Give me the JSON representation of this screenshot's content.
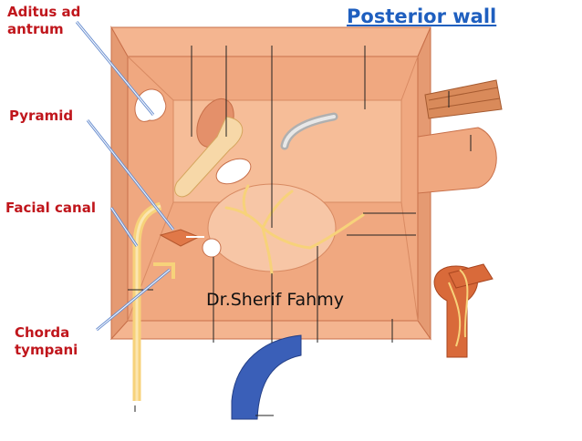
{
  "title": "Posterior wall",
  "credit": "Dr.Sherif Fahmy",
  "labels": {
    "aditus_line1": "Aditus ad",
    "aditus_line2": "antrum",
    "pyramid": "Pyramid",
    "facial_canal": "Facial canal",
    "chorda_line1": "Chorda",
    "chorda_line2": "tympani"
  },
  "colors": {
    "label_text": "#c0161c",
    "title_text": "#1f5fbf",
    "wall": "#f0a880",
    "wall_dark": "#d9835a",
    "nerve": "#f7d27a",
    "pointer": "#6a8fd0",
    "vessel": "#3a5fb8",
    "muscle": "#d98a5a"
  }
}
